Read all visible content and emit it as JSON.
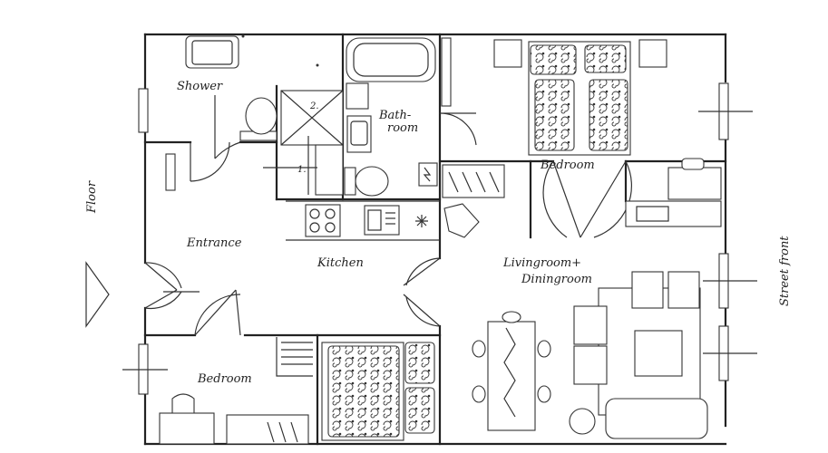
{
  "labels": {
    "shower": "Shower",
    "bathroom_1": "Bath-",
    "bathroom_2": "room",
    "bedroom_top": "Bedroom",
    "entrance": "Entrance",
    "kitchen": "Kitchen",
    "living_1": "Livingroom+",
    "living_2": "Diningroom",
    "bedroom_bottom": "Bedroom",
    "floor": "Floor",
    "street_front": "Street front",
    "marker_1": "1.",
    "marker_2": "2."
  }
}
